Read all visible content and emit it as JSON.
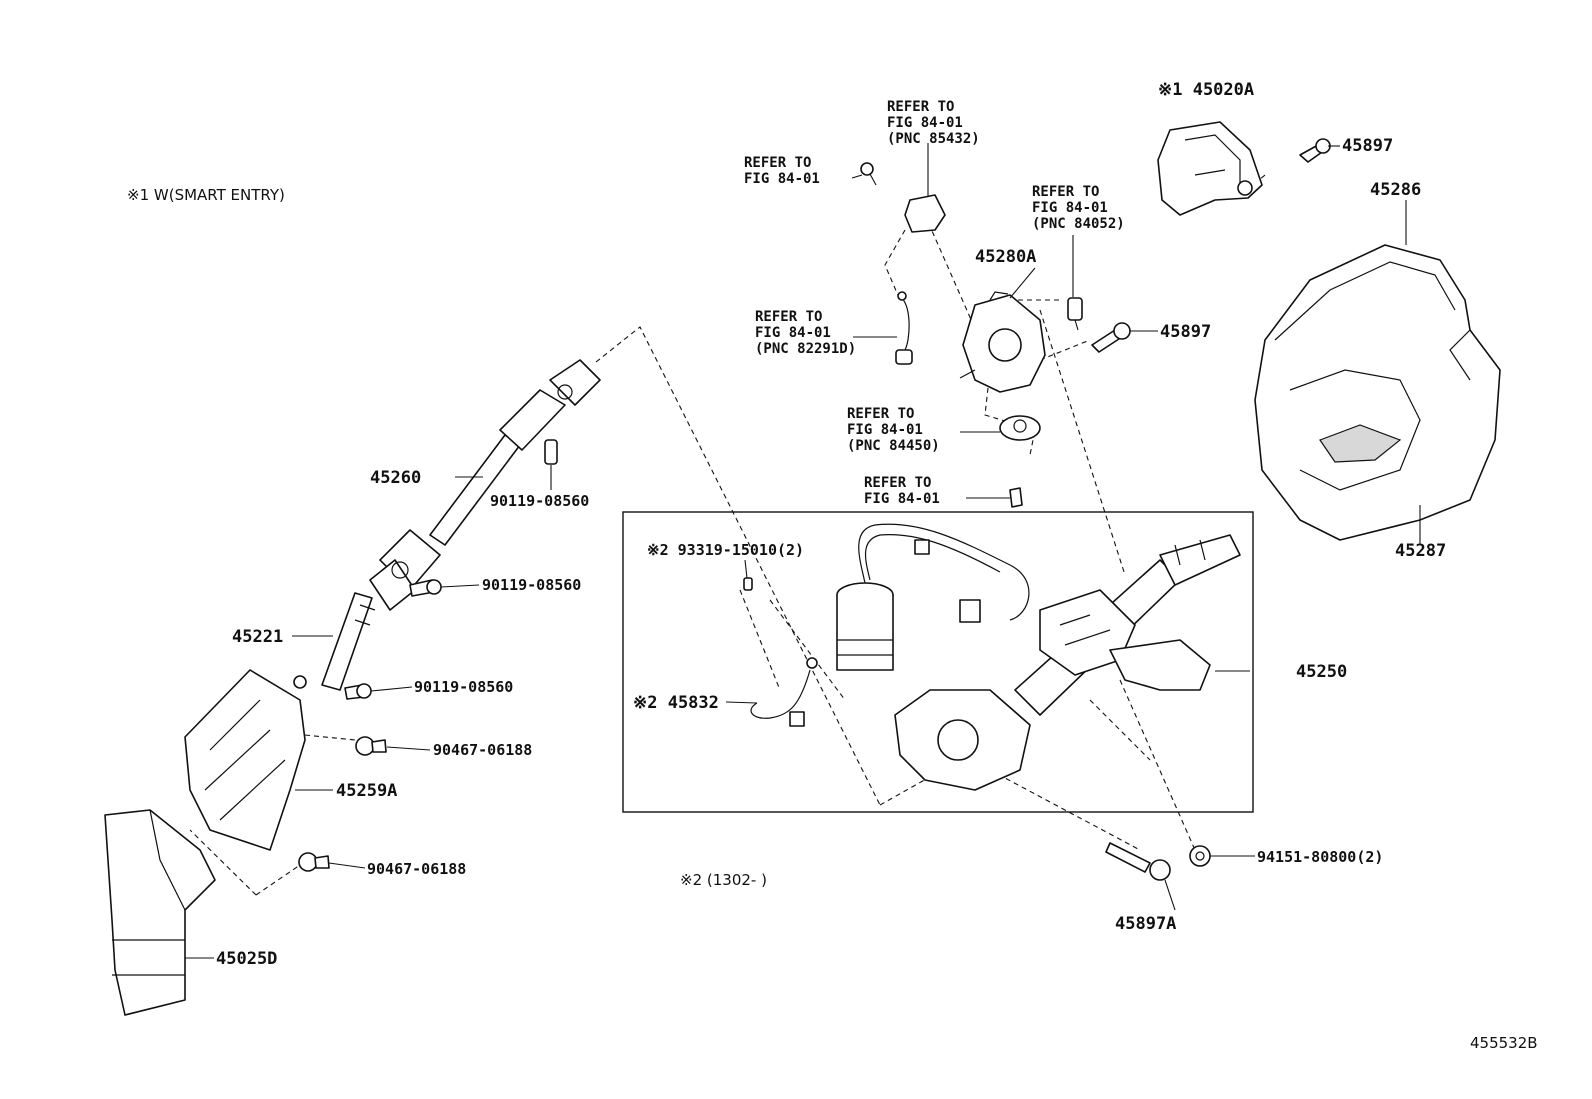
{
  "notes": {
    "smart_entry": "※1 W(SMART ENTRY)",
    "date_range": "※2 (1302-    )",
    "figure_id": "455532B"
  },
  "parts": {
    "p45020A": "※1 45020A",
    "p45897_top": "45897",
    "p45286": "45286",
    "p45280A": "45280A",
    "p45897_mid": "45897",
    "p45287": "45287",
    "p45260": "45260",
    "p90119_a": "90119-08560",
    "p90119_b": "90119-08560",
    "p90119_c": "90119-08560",
    "p45221": "45221",
    "p90467_a": "90467-06188",
    "p45259A": "45259A",
    "p90467_b": "90467-06188",
    "p45025D": "45025D",
    "p93319": "※2 93319-15010(2)",
    "p45832": "※2 45832",
    "p45250": "45250",
    "p45897A": "45897A",
    "p94151": "94151-80800(2)"
  },
  "refs": {
    "r85432": [
      "REFER TO",
      "FIG 84-01",
      "(PNC 85432)"
    ],
    "r_fig_a": [
      "REFER TO",
      "FIG 84-01"
    ],
    "r84052": [
      "REFER TO",
      "FIG 84-01",
      "(PNC 84052)"
    ],
    "r82291D": [
      "REFER TO",
      "FIG 84-01",
      "(PNC 82291D)"
    ],
    "r84450": [
      "REFER TO",
      "FIG 84-01",
      "(PNC 84450)"
    ],
    "r_fig_b": [
      "REFER TO",
      "FIG 84-01"
    ]
  }
}
